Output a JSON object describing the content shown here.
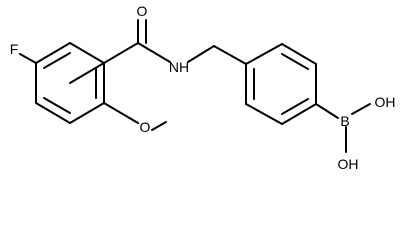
{
  "structure": {
    "atoms": {
      "fluorine": "F",
      "carbonyl_oxygen": "O",
      "amide_nitrogen": "NH",
      "methoxy_oxygen": "O",
      "boron": "B",
      "hydroxyl_top": "OH",
      "hydroxyl_bottom": "OH"
    }
  }
}
